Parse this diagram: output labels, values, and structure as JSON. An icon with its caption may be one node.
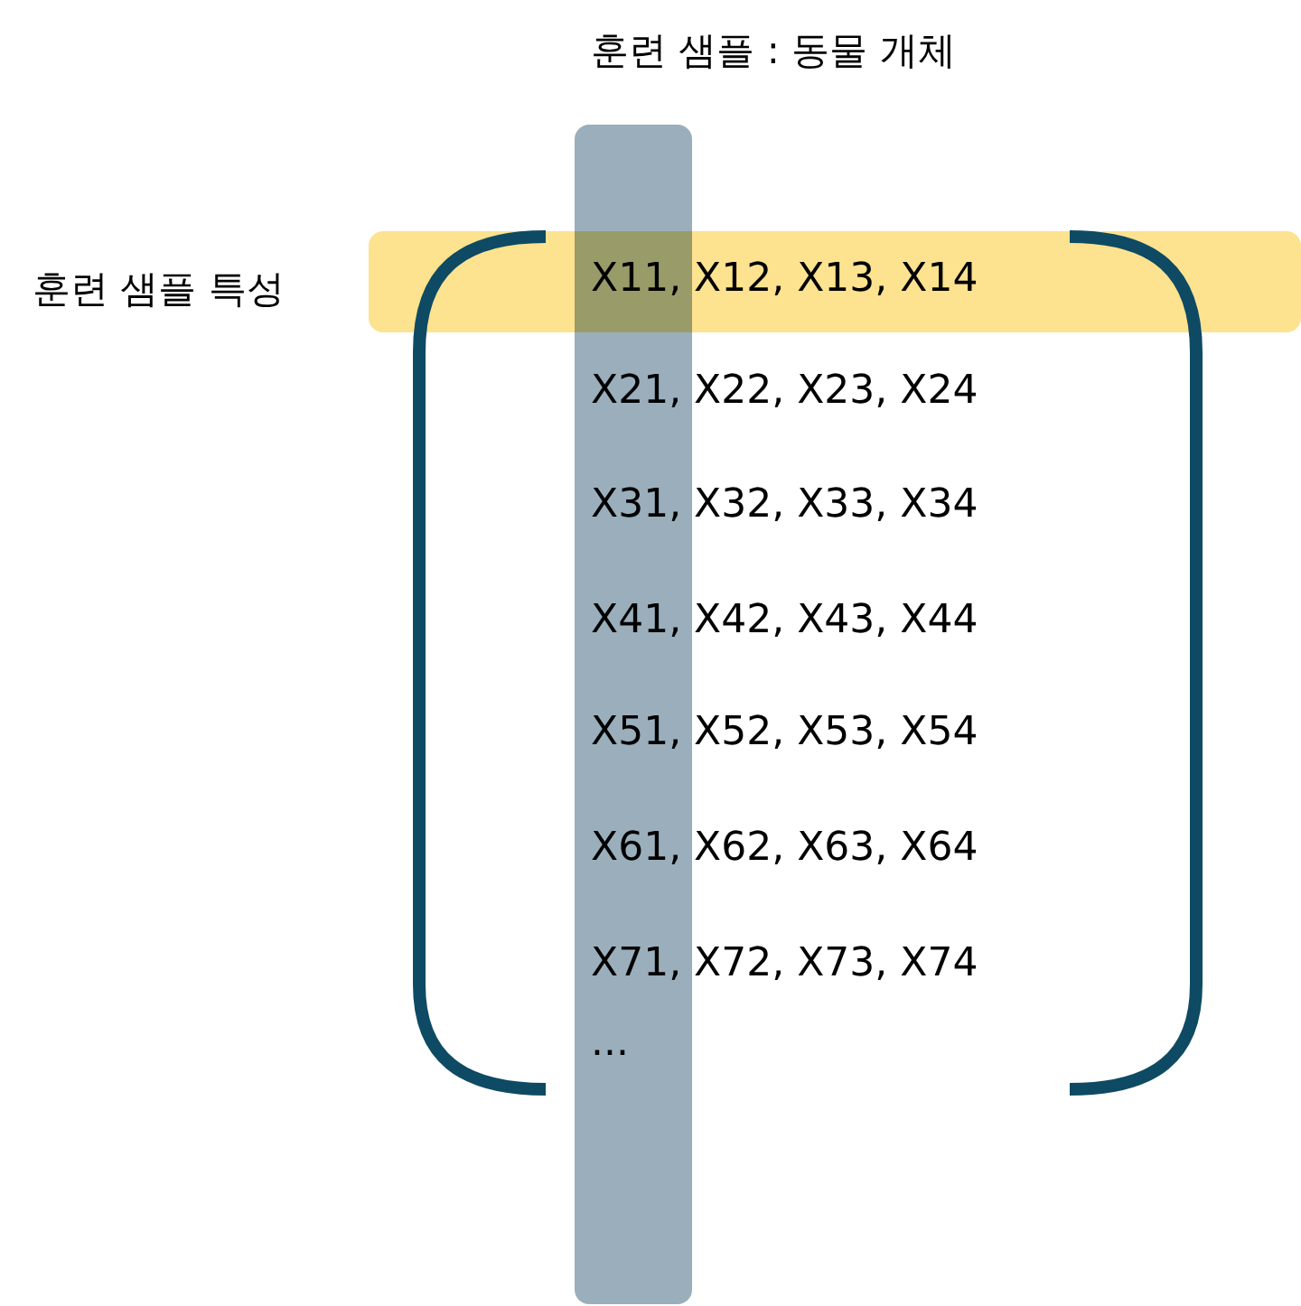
{
  "diagram": {
    "nodes": [
      {
        "text": [
          "X11, X12, X13, X14"
        ],
        "beside": [
          "훈련 샘플 특성"
        ]
      },
      {
        "text": [],
        "shape": "bar",
        "beside": [
          "훈련 샘플 : 동물 개체"
        ]
      }
    ],
    "labels": [
      "X21, X22, X23, X24",
      "X31, X32, X33, X34",
      "X41, X42, X43, X44",
      "X51, X52, X53, X54",
      "X61, X62, X63, X64",
      "X71, X72, X73, X74",
      "..."
    ]
  }
}
